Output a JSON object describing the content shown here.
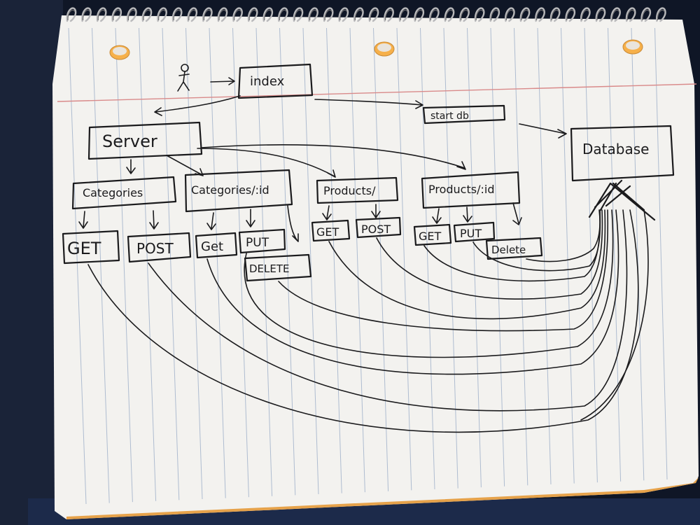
{
  "diagram": {
    "nodes": {
      "user": "user-stick-figure",
      "index": "index",
      "start_db": "start db",
      "database": "Database",
      "server": "Server",
      "categories": "Categories",
      "categories_id": "Categories/:id",
      "products": "Products/",
      "products_id": "Products/:id"
    },
    "methods": {
      "cat_get": "GET",
      "cat_post": "POST",
      "catid_get": "Get",
      "catid_put": "PUT",
      "catid_delete": "DELETE",
      "prod_get": "GET",
      "prod_post": "POST",
      "prodid_get": "GET",
      "prodid_put": "PUT",
      "prodid_delete": "Delete"
    }
  },
  "colors": {
    "ink": "#1b1b1d",
    "paper": "#f3f2ef",
    "rule_lines": "#aebcd0",
    "margin_line": "#d98a8a",
    "hole_edge": "#f6b04a",
    "desk": "#0f1626"
  }
}
